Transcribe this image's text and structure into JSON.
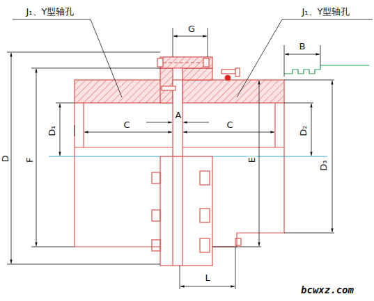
{
  "diagram": {
    "labels": [
      "J₁、Y型轴孔",
      "J₁、Y型轴孔",
      "G",
      "B",
      "A",
      "C",
      "C",
      "D",
      "F",
      "D₁",
      "E",
      "D₂",
      "D₃",
      "L",
      "bcwxz.com"
    ]
  }
}
